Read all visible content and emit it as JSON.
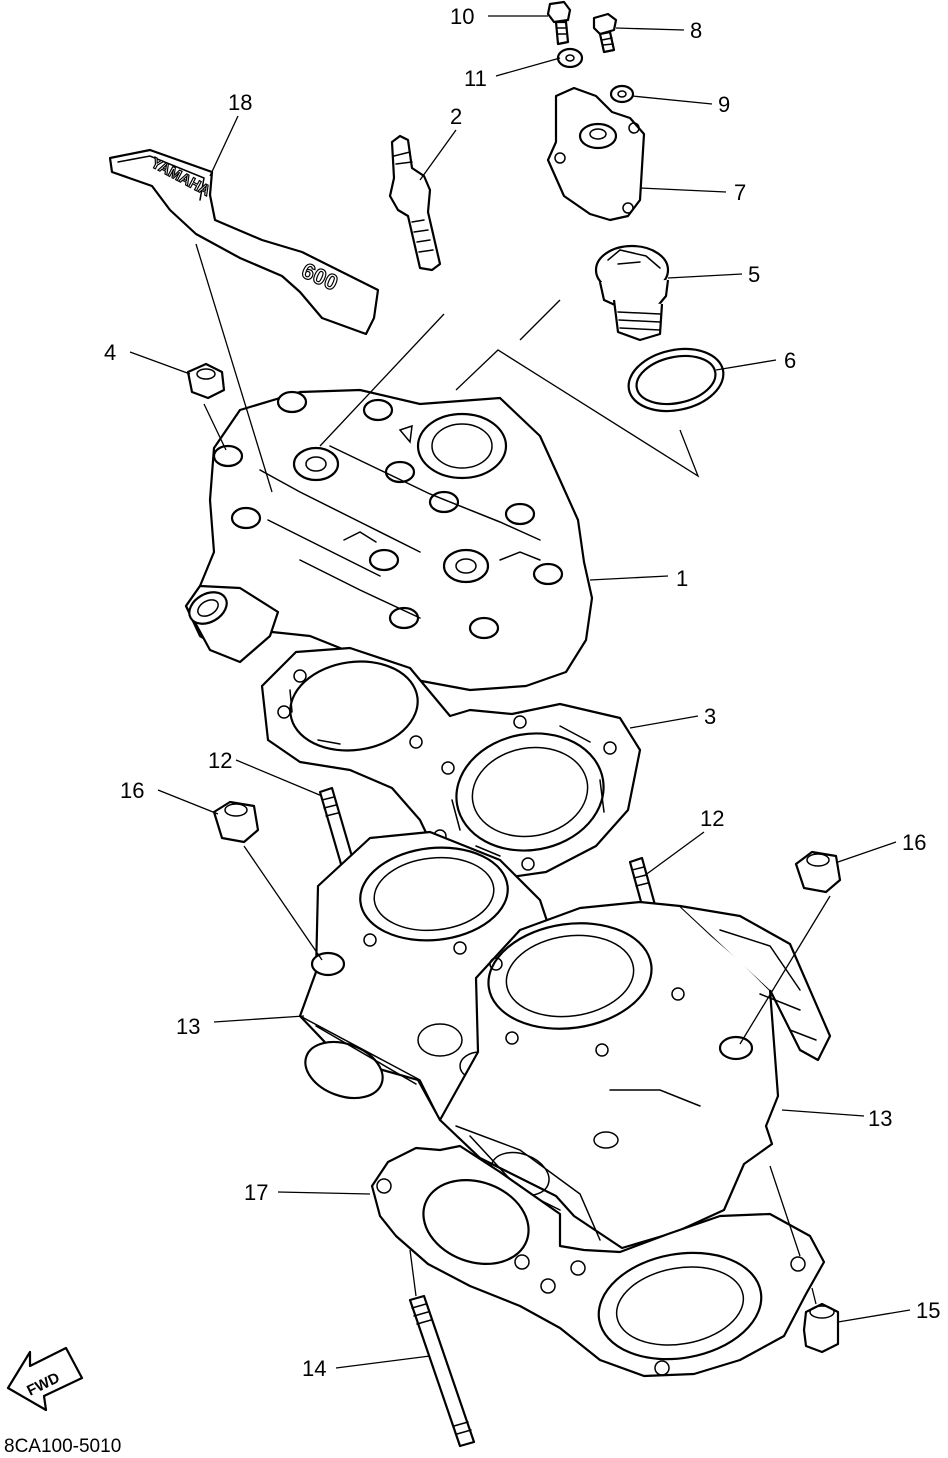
{
  "figure": {
    "code": "8CA100-5010",
    "fwd_label": "FWD",
    "emblem_text": "YAMAHA",
    "emblem_number": "600"
  },
  "callouts": {
    "c1": "1",
    "c2": "2",
    "c3": "3",
    "c4": "4",
    "c5": "5",
    "c6": "6",
    "c7": "7",
    "c8": "8",
    "c9": "9",
    "c10": "10",
    "c11": "11",
    "c12a": "12",
    "c12b": "12",
    "c13a": "13",
    "c13b": "13",
    "c14": "14",
    "c15": "15",
    "c16a": "16",
    "c16b": "16",
    "c17": "17",
    "c18": "18"
  }
}
